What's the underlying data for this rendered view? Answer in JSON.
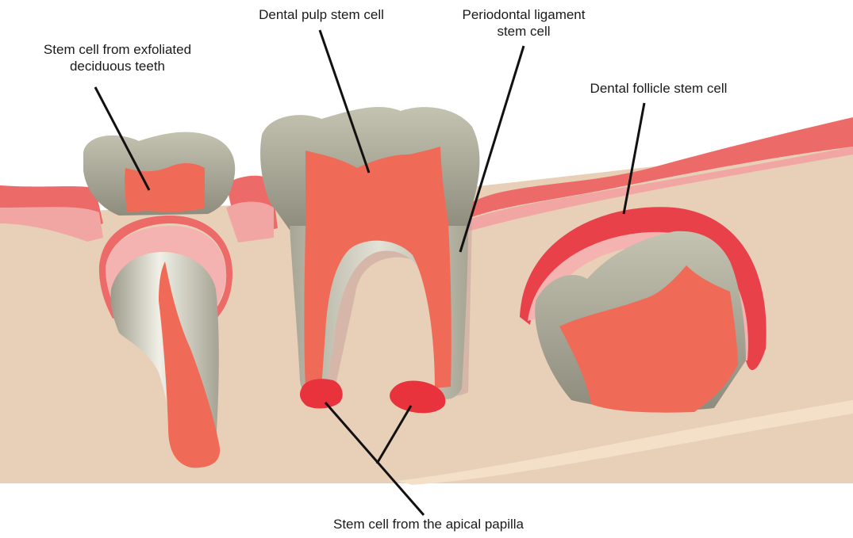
{
  "labels": {
    "shed": [
      "Stem cell from exfoliated",
      "deciduous teeth"
    ],
    "pulp": [
      "Dental pulp stem cell"
    ],
    "pdl": [
      "Periodontal ligament",
      "stem cell"
    ],
    "follicle": [
      "Dental follicle stem cell"
    ],
    "apical": [
      "Stem cell from the apical papilla"
    ]
  },
  "colors": {
    "bone": "#e8cfb7",
    "gum": "#ec6b68",
    "gum_light": "#f1a6a3",
    "enamel": "#b9b7a5",
    "pulp": "#ef6b57",
    "apical_papilla": "#e8323c",
    "leader_line": "#111111"
  }
}
